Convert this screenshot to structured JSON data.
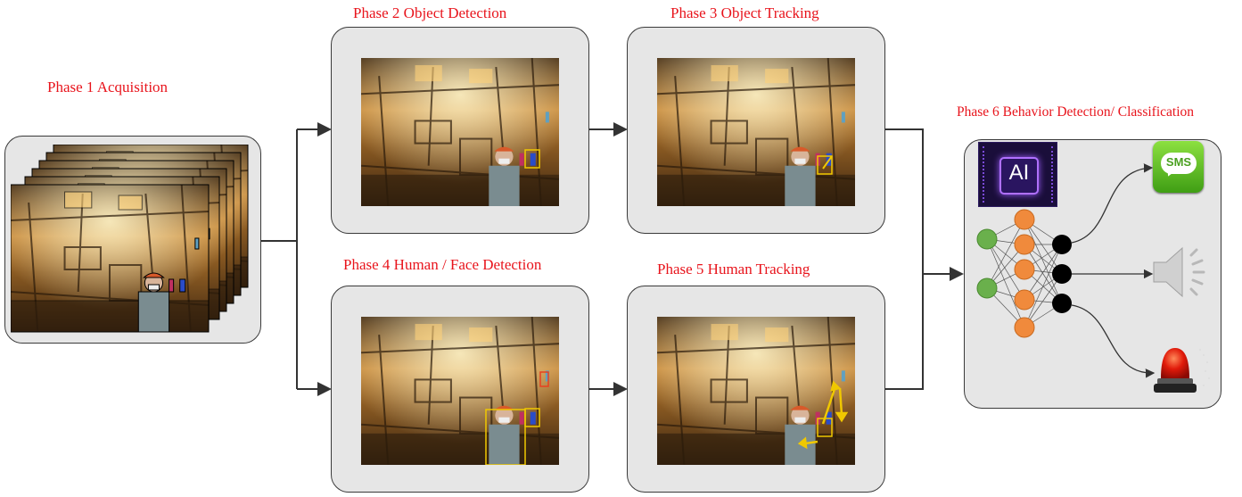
{
  "phases": {
    "p1": "Phase 1 Acquisition",
    "p2": "Phase 2  Object Detection",
    "p3": "Phase 3  Object Tracking",
    "p4": "Phase 4  Human / Face Detection",
    "p5": "Phase 5 Human Tracking",
    "p6": "Phase 6 Behavior Detection/ Classification"
  },
  "ai_badge": "AI",
  "sms_badge": "SMS",
  "colors": {
    "label_red": "#e8141c",
    "panel_bg": "#e6e6e6",
    "bbox_yellow": "#f0c800",
    "input_node": "#6ab04c",
    "hidden_node": "#f08a3c",
    "output_node": "#000000"
  },
  "icons": {
    "ai": "ai-chip-icon",
    "sms": "sms-icon",
    "speaker": "speaker-icon",
    "alarm": "siren-icon"
  }
}
